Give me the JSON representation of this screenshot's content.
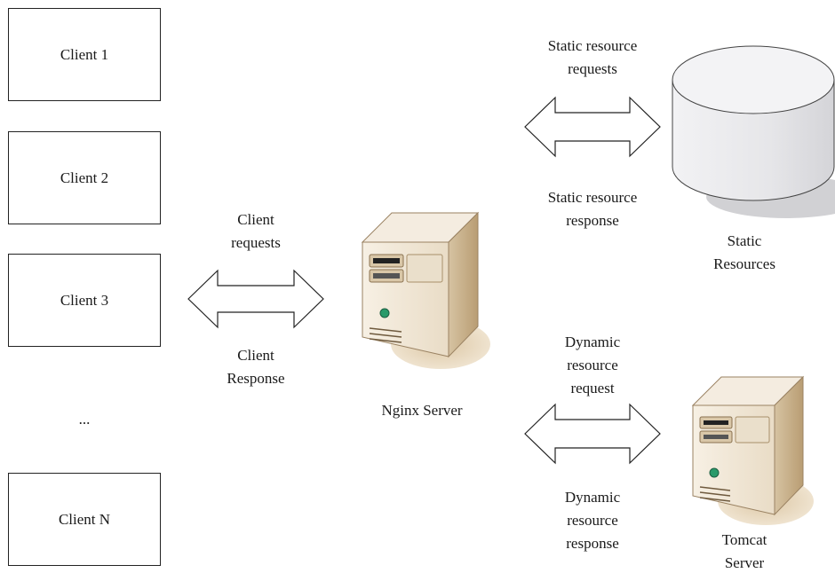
{
  "clients": [
    {
      "label": "Client 1"
    },
    {
      "label": "Client 2"
    },
    {
      "label": "Client 3"
    },
    {
      "label": "Client N"
    }
  ],
  "ellipsis": "...",
  "arrows": {
    "client": {
      "top_label": "Client\nrequests",
      "bottom_label": "Client\nResponse"
    },
    "static": {
      "top_label": "Static resource\nrequests",
      "bottom_label": "Static resource\nresponse"
    },
    "dynamic": {
      "top_label": "Dynamic\nresource\nrequest",
      "bottom_label": "Dynamic\nresource\nresponse"
    }
  },
  "nodes": {
    "nginx": {
      "label": "Nginx Server",
      "icon": "server-icon"
    },
    "static": {
      "label": "Static\nResources",
      "icon": "database-icon"
    },
    "tomcat": {
      "label": "Tomcat\nServer",
      "icon": "server-icon"
    }
  },
  "colors": {
    "server_light": "#f4ecdf",
    "server_mid": "#e2d2b7",
    "server_dark": "#c3aa84",
    "server_shadow": "#d9c3a0",
    "led_green": "#2a9a6a",
    "db_fill": "#ebebed",
    "db_shadow": "#c8c8cc",
    "stroke": "#222222"
  }
}
